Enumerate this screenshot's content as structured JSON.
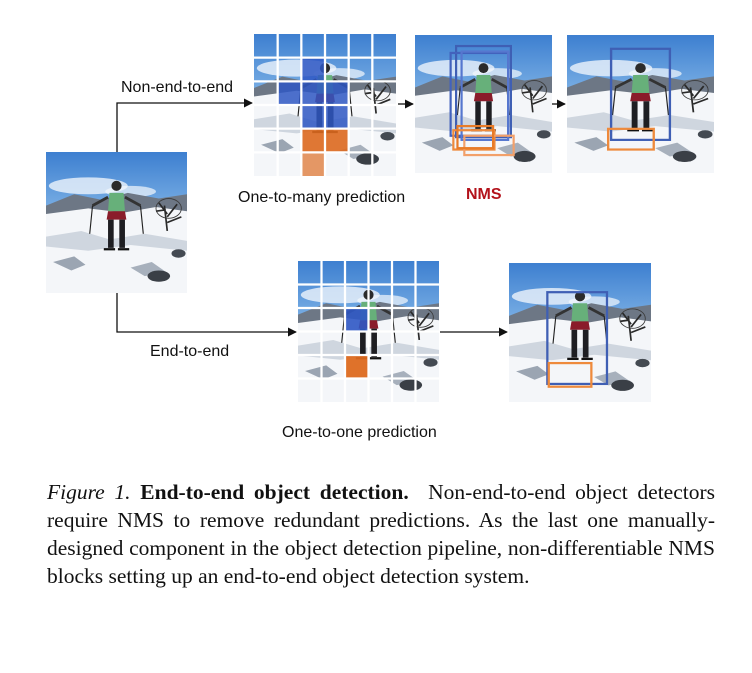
{
  "diagram": {
    "labels": {
      "non_end_to_end": "Non-end-to-end",
      "end_to_end": "End-to-end",
      "one_to_many": "One-to-many prediction",
      "one_to_one": "One-to-one prediction",
      "nms": "NMS"
    },
    "colors": {
      "blue_box": "#3f5fb4",
      "blue_cell": "#2f58c4",
      "orange_box": "#ee8a3c",
      "orange_cell": "#dd6a1f",
      "nms_text": "#b3121b",
      "arrow": "#111111"
    }
  },
  "caption": {
    "figure_number": "Figure 1.",
    "title": "End-to-end object detection.",
    "text": "Non-end-to-end object detectors require NMS to remove redundant predictions. As the last one manually-designed component in the object detection pipeline, non-differentiable NMS blocks setting up an end-to-end object detection system."
  }
}
